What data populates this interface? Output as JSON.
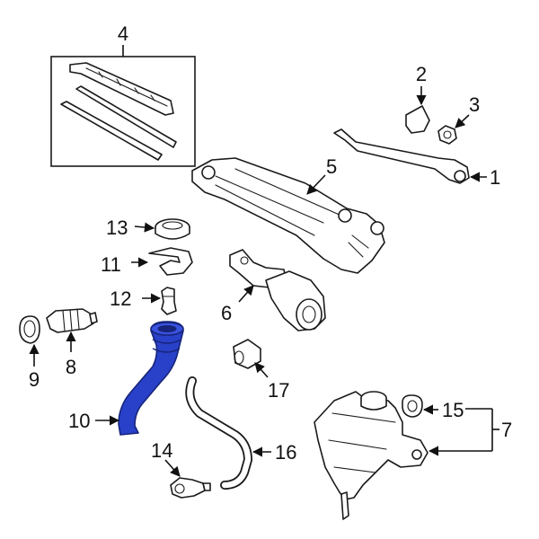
{
  "callouts": {
    "c1": "1",
    "c2": "2",
    "c3": "3",
    "c4": "4",
    "c5": "5",
    "c6": "6",
    "c7": "7",
    "c8": "8",
    "c9": "9",
    "c10": "10",
    "c11": "11",
    "c12": "12",
    "c13": "13",
    "c14": "14",
    "c15": "15",
    "c16": "16",
    "c17": "17"
  },
  "colors": {
    "highlight": "#2940c8",
    "highlight_dark": "#16247a",
    "line": "#1a1a1a",
    "background": "#ffffff"
  }
}
